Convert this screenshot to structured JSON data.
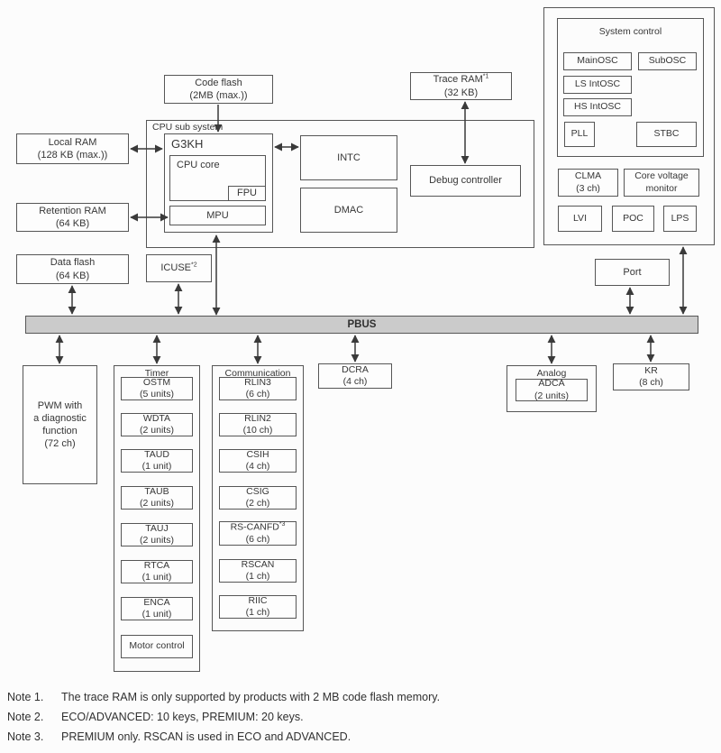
{
  "boxes": {
    "code_flash": {
      "line1": "Code flash",
      "line2": "(2MB (max.))"
    },
    "trace_ram": {
      "name": "Trace RAM",
      "sup": "*1",
      "size": "(32 KB)"
    },
    "cpu_subsystem_label": "CPU sub system",
    "g3kh": "G3KH",
    "cpu_core": "CPU core",
    "fpu": "FPU",
    "mpu": "MPU",
    "intc": "INTC",
    "dmac": "DMAC",
    "debug_controller": "Debug controller",
    "local_ram": {
      "line1": "Local RAM",
      "line2": "(128 KB (max.))"
    },
    "retention_ram": {
      "line1": "Retention RAM",
      "line2": "(64 KB)"
    },
    "data_flash": {
      "line1": "Data flash",
      "line2": "(64 KB)"
    },
    "icuse": {
      "name": "ICUSE",
      "sup": "*2"
    },
    "port": "Port",
    "pbus": "PBUS"
  },
  "system_control": {
    "title": "System control",
    "mainosc": "MainOSC",
    "subosc": "SubOSC",
    "ls_intosc": "LS IntOSC",
    "hs_intosc": "HS IntOSC",
    "pll": "PLL",
    "stbc": "STBC",
    "clma": {
      "line1": "CLMA",
      "line2": "(3 ch)"
    },
    "core_voltage_monitor": {
      "line1": "Core voltage",
      "line2": "monitor"
    },
    "lvi": "LVI",
    "poc": "POC",
    "lps": "LPS"
  },
  "peripherals": {
    "pwm": {
      "line1": "PWM with",
      "line2": "a diagnostic",
      "line3": "function",
      "line4": "(72 ch)"
    },
    "timer": {
      "title": "Timer",
      "items": [
        {
          "name": "OSTM",
          "qty": "(5 units)"
        },
        {
          "name": "WDTA",
          "qty": "(2 units)"
        },
        {
          "name": "TAUD",
          "qty": "(1 unit)"
        },
        {
          "name": "TAUB",
          "qty": "(2 units)"
        },
        {
          "name": "TAUJ",
          "qty": "(2 units)"
        },
        {
          "name": "RTCA",
          "qty": "(1 unit)"
        },
        {
          "name": "ENCA",
          "qty": "(1 unit)"
        },
        {
          "name": "Motor control",
          "qty": ""
        }
      ]
    },
    "communication": {
      "title": "Communication",
      "items": [
        {
          "name": "RLIN3",
          "sup": "",
          "qty": "(6 ch)"
        },
        {
          "name": "RLIN2",
          "sup": "",
          "qty": "(10 ch)"
        },
        {
          "name": "CSIH",
          "sup": "",
          "qty": "(4 ch)"
        },
        {
          "name": "CSIG",
          "sup": "",
          "qty": "(2 ch)"
        },
        {
          "name": "RS-CANFD",
          "sup": "*3",
          "qty": "(6 ch)"
        },
        {
          "name": "RSCAN",
          "sup": "",
          "qty": "(1 ch)"
        },
        {
          "name": "RIIC",
          "sup": "",
          "qty": "(1 ch)"
        }
      ]
    },
    "dcra": {
      "line1": "DCRA",
      "line2": "(4 ch)"
    },
    "analog": {
      "title": "Analog",
      "adca": {
        "line1": "ADCA",
        "line2": "(2 units)"
      }
    },
    "kr": {
      "line1": "KR",
      "line2": "(8 ch)"
    }
  },
  "notes": [
    {
      "label": "Note 1.",
      "text": "The trace RAM is only supported by products with 2 MB code flash memory."
    },
    {
      "label": "Note 2.",
      "text": "ECO/ADVANCED: 10 keys, PREMIUM: 20 keys."
    },
    {
      "label": "Note 3.",
      "text": "PREMIUM only. RSCAN is used in ECO and ADVANCED."
    }
  ],
  "colors": {
    "bus_fill": "#cbcbcb",
    "box_border": "#565656",
    "line": "#3a3a3a"
  }
}
